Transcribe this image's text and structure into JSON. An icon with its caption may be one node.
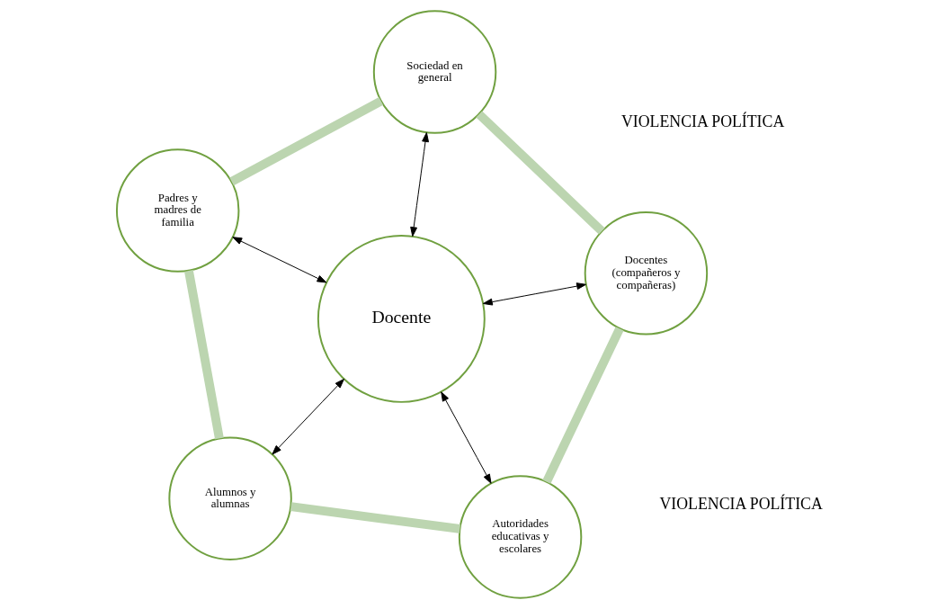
{
  "diagram": {
    "nodes": [
      {
        "text": [
          "Docente"
        ]
      },
      {
        "text": [
          "Autoridades educativas y escolares"
        ]
      },
      {
        "text": [
          "Alumnos y alumnas"
        ]
      },
      {
        "text": [
          "Padres y madres de familia"
        ]
      },
      {
        "text": [
          "Sociedad en general"
        ]
      },
      {
        "text": [
          "Docentes (compañeros y compañeras)"
        ]
      }
    ],
    "edges": [
      {
        "from": 1,
        "to": 0,
        "arrow": "both"
      },
      {
        "from": 2,
        "to": 0,
        "arrow": "both"
      },
      {
        "from": 3,
        "to": 0,
        "arrow": "both"
      },
      {
        "from": 4,
        "to": 0,
        "arrow": "both"
      },
      {
        "from": 5,
        "to": 0,
        "arrow": "both"
      },
      {
        "from": 1,
        "to": 2,
        "arrow": "none",
        "style": "thick",
        "color": "#bcd5b0"
      },
      {
        "from": 2,
        "to": 3,
        "arrow": "none",
        "style": "thick",
        "color": "#bcd5b0"
      },
      {
        "from": 3,
        "to": 4,
        "arrow": "none",
        "style": "thick",
        "color": "#bcd5b0"
      },
      {
        "from": 4,
        "to": 5,
        "arrow": "none",
        "style": "thick",
        "color": "#bcd5b0"
      },
      {
        "from": 5,
        "to": 1,
        "arrow": "none",
        "style": "thick",
        "color": "#bcd5b0"
      }
    ],
    "labels": [
      "VIOLENCIA POLÍTICA",
      "VIOLENCIA POLÍTICA"
    ]
  }
}
